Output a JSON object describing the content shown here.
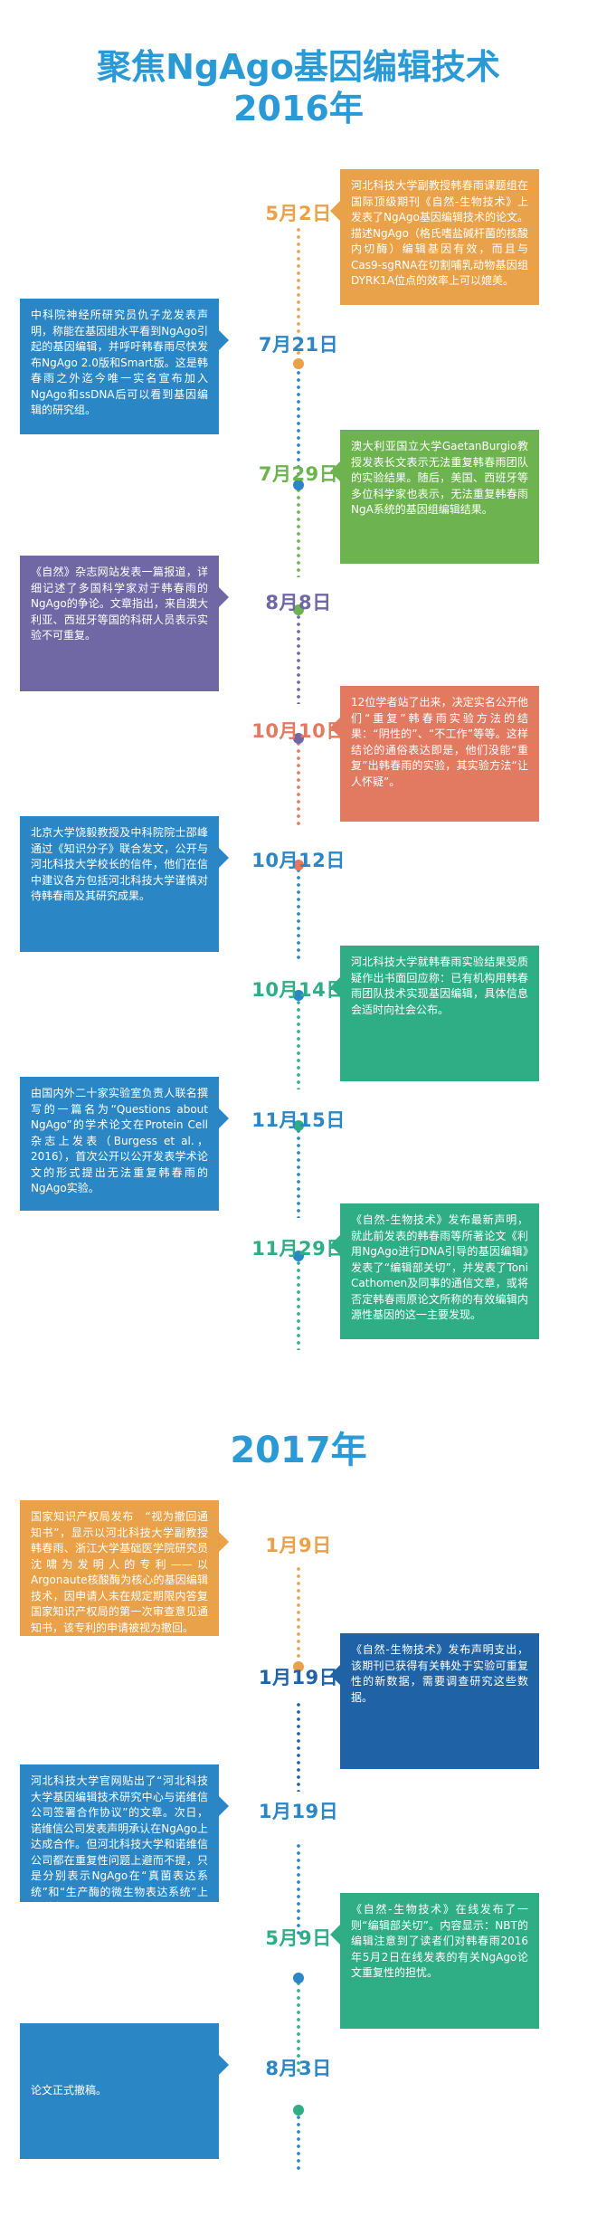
{
  "header": {
    "title_line1": "聚焦NgAgo基因编辑技术",
    "title_line2": "2016年"
  },
  "year2017": "2017年",
  "events": [
    {
      "date": "5月2日",
      "text": "河北科技大学副教授韩春雨课题组在国际顶级期刊《自然-生物技术》上发表了NgAgo基因编辑技术的论文。描述NgAgo（格氏嗜盐碱杆菌的核酸内切酶）编辑基因有效，而且与Cas9-sgRNA在切割哺乳动物基因组DYRK1A位点的效率上可以媲美。",
      "color": "#e9a24a"
    },
    {
      "date": "7月21日",
      "text": "中科院神经所研究员仇子龙发表声明，称能在基因组水平看到NgAgo引起的基因编辑，并呼吁韩春雨尽快发布NgAgo 2.0版和Smart版。这是韩春雨之外迄今唯一实名宣布加入NgAgo和ssDNA后可以看到基因编辑的研究组。",
      "color": "#2a86c4"
    },
    {
      "date": "7月29日",
      "text": "澳大利亚国立大学GaetanBurgio教授发表长文表示无法重复韩春雨团队的实验结果。随后，美国、西班牙等多位科学家也表示，无法重复韩春雨NgA系统的基因组编辑结果。",
      "color": "#6db34f"
    },
    {
      "date": "8月8日",
      "text": "《自然》杂志网站发表一篇报道，详细记述了多国科学家对于韩春雨的NgAgo的争论。文章指出，来自澳大利亚、西班牙等国的科研人员表示实验不可重复。",
      "color": "#6f68a4"
    },
    {
      "date": "10月10日",
      "text": "12位学者站了出来，决定实名公开他们“重复”韩春雨实验方法的结果：“阴性的”、“不工作”等等。这样结论的通俗表达即是，他们没能“重复”出韩春雨的实验，其实验方法“让人怀疑”。",
      "color": "#e27a61"
    },
    {
      "date": "10月12日",
      "text": "北京大学饶毅教授及中科院院士邵峰通过《知识分子》联合发文，公开与河北科技大学校长的信件，他们在信中建议各方包括河北科技大学谨慎对待韩春雨及其研究成果。",
      "color": "#2a86c4"
    },
    {
      "date": "10月14日",
      "text": "河北科技大学就韩春雨实验结果受质疑作出书面回应称：已有机构用韩春雨团队技术实现基因编辑，具体信息会适时向社会公布。",
      "color": "#2fae85"
    },
    {
      "date": "11月15日",
      "text": "由国内外二十家实验室负责人联名撰写的一篇名为“Questions about NgAgo”的学术论文在Protein  Cell杂志上发表（Burgess et al.，2016），首次公开以公开发表学术论文的形式提出无法重复韩春雨的NgAgo实验。",
      "color": "#2a86c4"
    },
    {
      "date": "11月29日",
      "text": "《自然-生物技术》发布最新声明，就此前发表的韩春雨等所著论文《利用NgAgo进行DNA引导的基因编辑》发表了“编辑部关切”，并发表了Toni Cathomen及同事的通信文章，或将否定韩春雨原论文所称的有效编辑内源性基因的这一主要发现。",
      "color": "#2fae85"
    },
    {
      "date": "1月9日",
      "text": "国家知识产权局发布　“视为撤回通知书”，显示以河北科技大学副教授韩春雨、浙江大学基础医学院研究员沈啸为发明人的专利——以Argonaute核酸酶为核心的基因编辑技术，因申请人未在规定期限内答复国家知识产权局的第一次审查意见通知书，该专利的申请被视为撤回。",
      "color": "#e9a24a"
    },
    {
      "date": "1月19日",
      "text": "《自然-生物技术》发布声明支出，该期刊已获得有关韩处于实验可重复性的新数据，需要调查研究这些数据。",
      "color": "#1f63a6"
    },
    {
      "date": "1月19日",
      "text": "河北科技大学官网贴出了“河北科技大学基因编辑技术研究中心与诺维信公司签署合作协议”的文章。次日，诺维信公司发表声明承认在NgAgo上达成合作。但河北科技大学和诺维信公司都在重复性问题上避而不提，只是分别表示NgAgo在“真菌表达系统”和“生产酶的微生物表达系统”上有潜力。",
      "color": "#2a86c4"
    },
    {
      "date": "5月9日",
      "text": "《自然-生物技术》在线发布了一则“编辑部关切”。内容显示：NBT的编辑注意到了读者们对韩春雨2016年5月2日在线发表的有关NgAgo论文重复性的担忧。",
      "color": "#2fae85"
    },
    {
      "date": "8月3日",
      "text": "论文正式撤稿。",
      "color": "#2a86c4"
    }
  ]
}
